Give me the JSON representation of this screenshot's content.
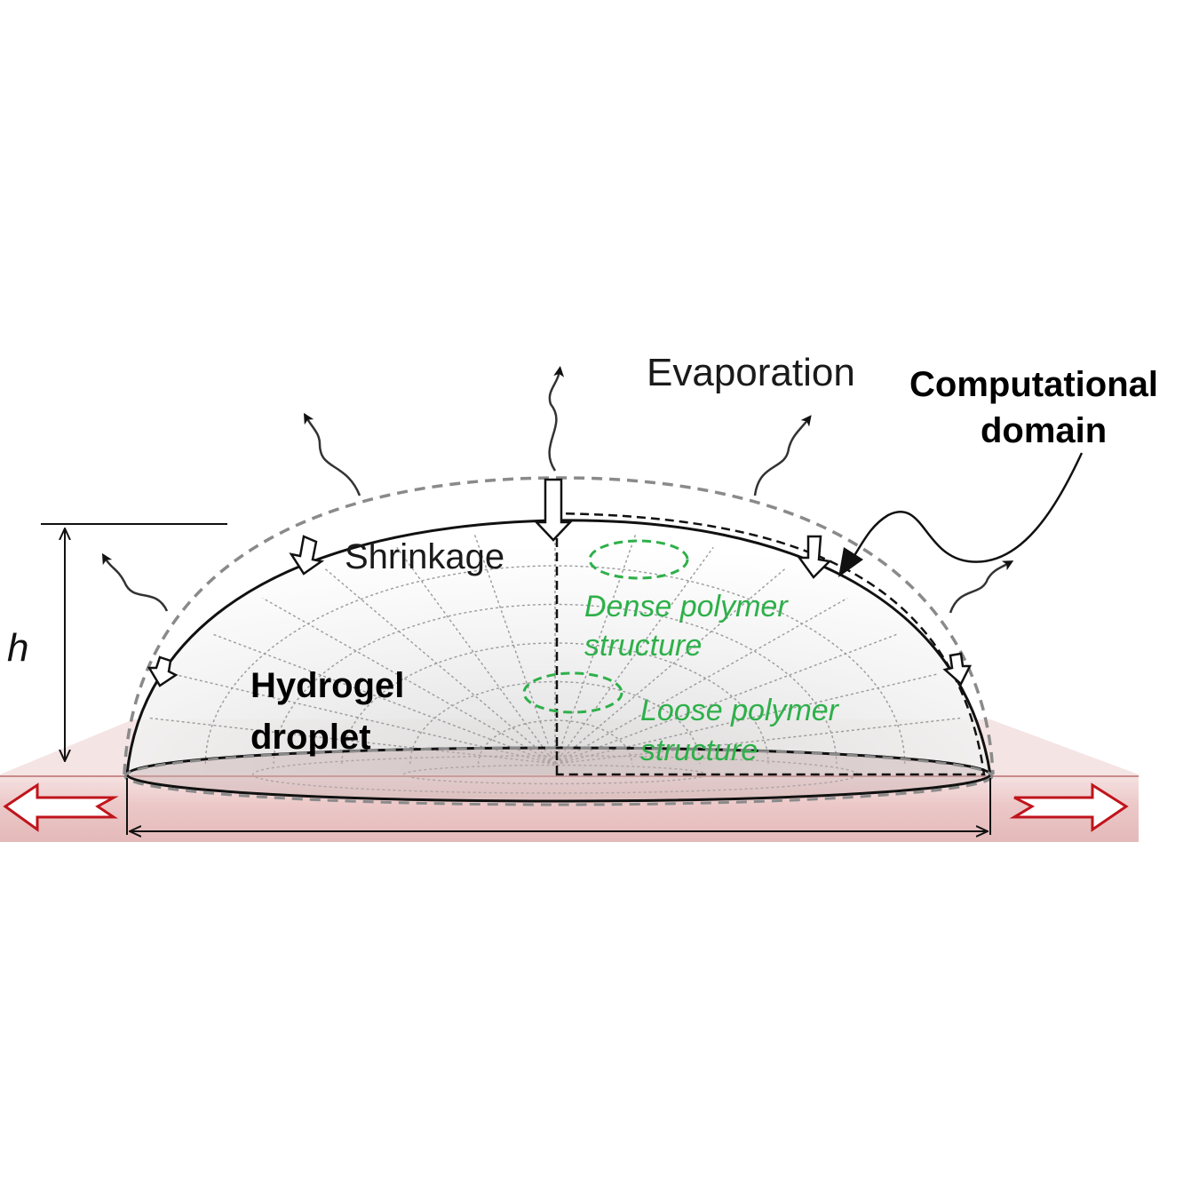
{
  "labels": {
    "evaporation": "Evaporation",
    "computational_line1": "Computational",
    "computational_line2": "domain",
    "shrinkage": "Shrinkage",
    "dense_line1": "Dense polymer",
    "dense_line2": "structure",
    "loose_line1": "Loose polymer",
    "loose_line2": "structure",
    "hydrogel_line1": "Hydrogel",
    "hydrogel_line2": "droplet",
    "height": "h"
  },
  "colors": {
    "substrate": "#e9c2c2",
    "substrate_edge": "#c98a8a",
    "side_arrow": "#c0141c",
    "polymer_label": "#2eb04a",
    "outline": "#111111",
    "initial_outline": "#8a8a8a",
    "mesh": "#9a9a9a"
  },
  "icons": {
    "evaporation_arrows": "wavy-up-arrow-icon",
    "shrinkage_arrows": "hollow-down-arrow-icon",
    "substrate_arrows": "hollow-horizontal-arrow-icon"
  }
}
